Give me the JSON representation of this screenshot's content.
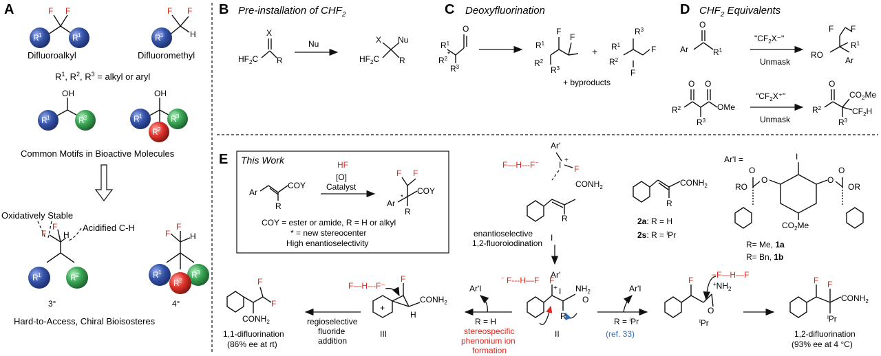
{
  "panels": {
    "A": {
      "letter": "A"
    },
    "B": {
      "letter": "B",
      "title": "Pre-installation of CHF",
      "title_sub": "2"
    },
    "C": {
      "letter": "C",
      "title": "Deoxyfluorination"
    },
    "D": {
      "letter": "D",
      "title": "CHF",
      "title_sub": "2",
      "title_tail": " Equivalents"
    },
    "E": {
      "letter": "E"
    }
  },
  "panelA": {
    "difluoroalkyl": "Difluoroalkyl",
    "difluoromethyl": "Difluoromethyl",
    "r_groups_prefix": "R",
    "r_groups_tail": " = alkyl or aryl",
    "common_motifs": "Common Motifs in Bioactive Molecules",
    "oxidatively_stable": "Oxidatively Stable",
    "acidified_ch": "Acidified C-H",
    "tertiary": "3°",
    "quaternary": "4°",
    "bioisosteres": "Hard-to-Access, Chiral Bioisosteres"
  },
  "panelB": {
    "nu": "Nu",
    "x": "X",
    "r": "R",
    "hf2c": "HF",
    "hf2c_tail": "C"
  },
  "panelC": {
    "byproducts": "+ byproducts",
    "plus": "+"
  },
  "panelD": {
    "reagent1": "\"CF",
    "reagent1_tail": "X⁻\"",
    "reagent2": "\"CF",
    "reagent2_tail": "X⁺\"",
    "unmask": "Unmask",
    "ome": "OMe",
    "co2me": "CO",
    "co2me_tail": "Me",
    "cf2h": "CF",
    "cf2h_tail": "H",
    "ro": "RO",
    "ar": "Ar"
  },
  "panelE": {
    "this_work": "This Work",
    "hf": "HF",
    "ox": "[O]",
    "catalyst": "Catalyst",
    "coy": "COY",
    "coy_def": "COY = ester or amide, R = H or alkyl",
    "stereocenter": "* = new stereocenter",
    "high_ee": "High enantioselectivity",
    "enantioselective": "enantioselective",
    "fluoroiodination": "1,2-fluoroiodination",
    "int_I": "I",
    "int_II": "II",
    "int_III": "III",
    "arI": "Ar'I",
    "arI_eq": "Ar'I =",
    "label_2a": "2a",
    "label_2a_tail": ": R = H",
    "label_2s": "2s",
    "label_2s_tail": ": R = ",
    "r_me": "R= Me,  ",
    "r_bn": "R= Bn,  ",
    "cat_1a": "1a",
    "cat_1b": "1b",
    "r_eq_h": "R = H",
    "stereospecific": "stereospecific",
    "phenonium": "phenonium ion",
    "formation": "formation",
    "r_eq_ipr": "R = ",
    "ref": "(ref. 33)",
    "regioselective": "regioselective",
    "fluoride": "fluoride",
    "addition": "addition",
    "difluorination_11": "1,1-difluorination",
    "ee_rt": "(86% ee at rt)",
    "difluorination_12": "1,2-difluorination",
    "ee_4c": "(93% ee at 4 °C)",
    "conh2": "CONH",
    "co2me_cat": "CO",
    "fhf": "F—H---F⁻"
  },
  "colors": {
    "red": "#e0261c",
    "blue_ball": "#3553a8",
    "green_ball": "#3aa655",
    "red_ball": "#e0332b",
    "ref_blue": "#2f6cb3"
  }
}
